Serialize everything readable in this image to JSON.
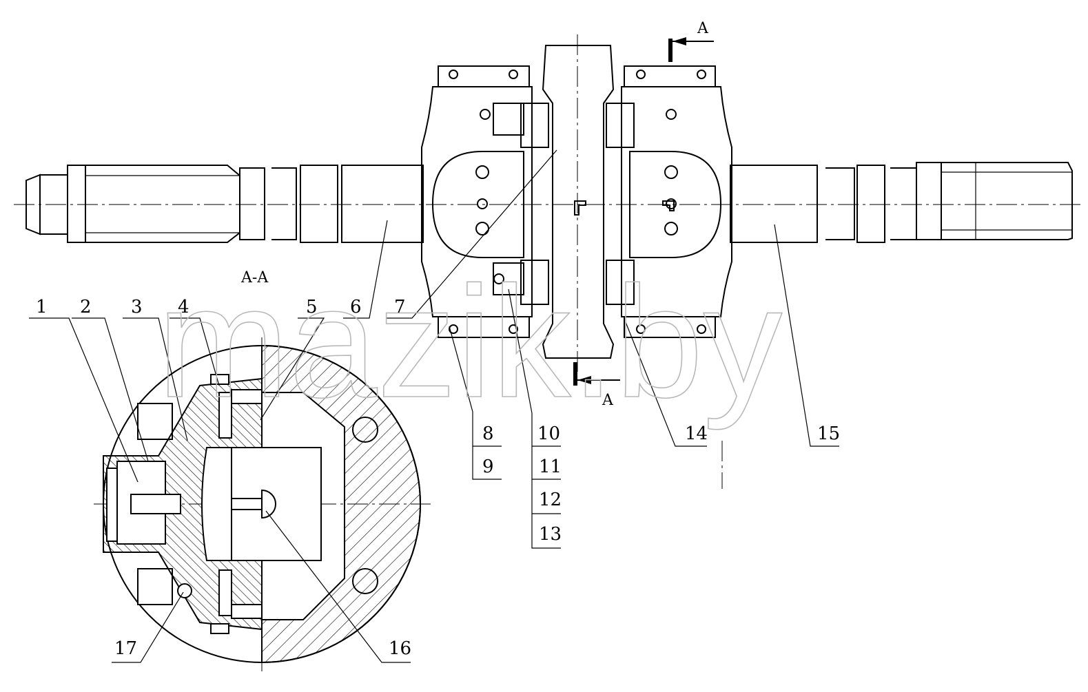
{
  "labels": {
    "l1": "1",
    "l2": "2",
    "l3": "3",
    "l4": "4",
    "l5": "5",
    "l6": "6",
    "l7": "7",
    "l8": "8",
    "l9": "9",
    "l10": "10",
    "l11": "11",
    "l12": "12",
    "l13": "13",
    "l14": "14",
    "l15": "15",
    "l16": "16",
    "l17": "17"
  },
  "section": {
    "title": "A-A",
    "mark_top": "A",
    "mark_bottom": "A"
  },
  "watermark": "mazik.by",
  "colors": {
    "line": "#000000",
    "watermark": "#b8b8b8"
  }
}
